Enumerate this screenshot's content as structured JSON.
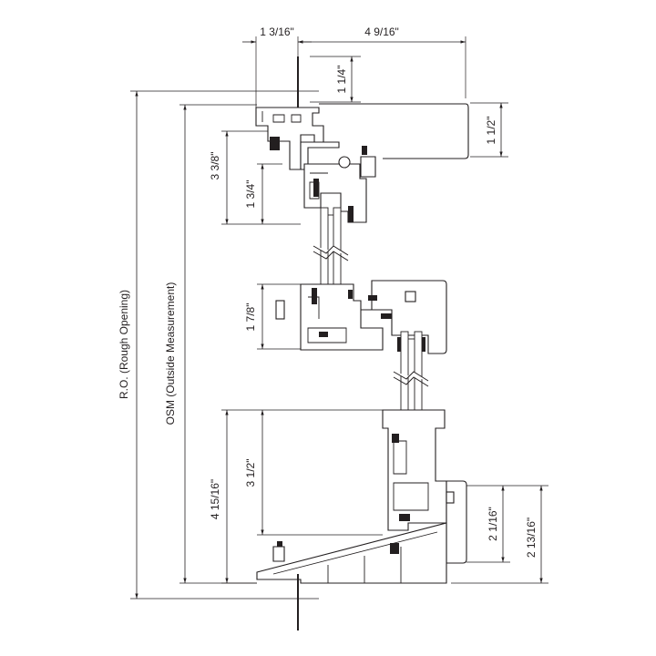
{
  "dimensions": {
    "top_left": "1 3/16\"",
    "top_right": "4 9/16\"",
    "head_flange": "1 1/4\"",
    "head_depth": "1 1/2\"",
    "head_height": "3 3/8\"",
    "head_sash": "1 3/4\"",
    "meeting_rail": "1 7/8\"",
    "sill_height": "4 15/16\"",
    "sill_sash": "3 1/2\"",
    "sill_step_small": "2 1/16\"",
    "sill_step_large": "2 13/16\""
  },
  "labels": {
    "rough_opening": "R.O. (Rough Opening)",
    "outside_measurement": "OSM (Outside Measurement)"
  }
}
